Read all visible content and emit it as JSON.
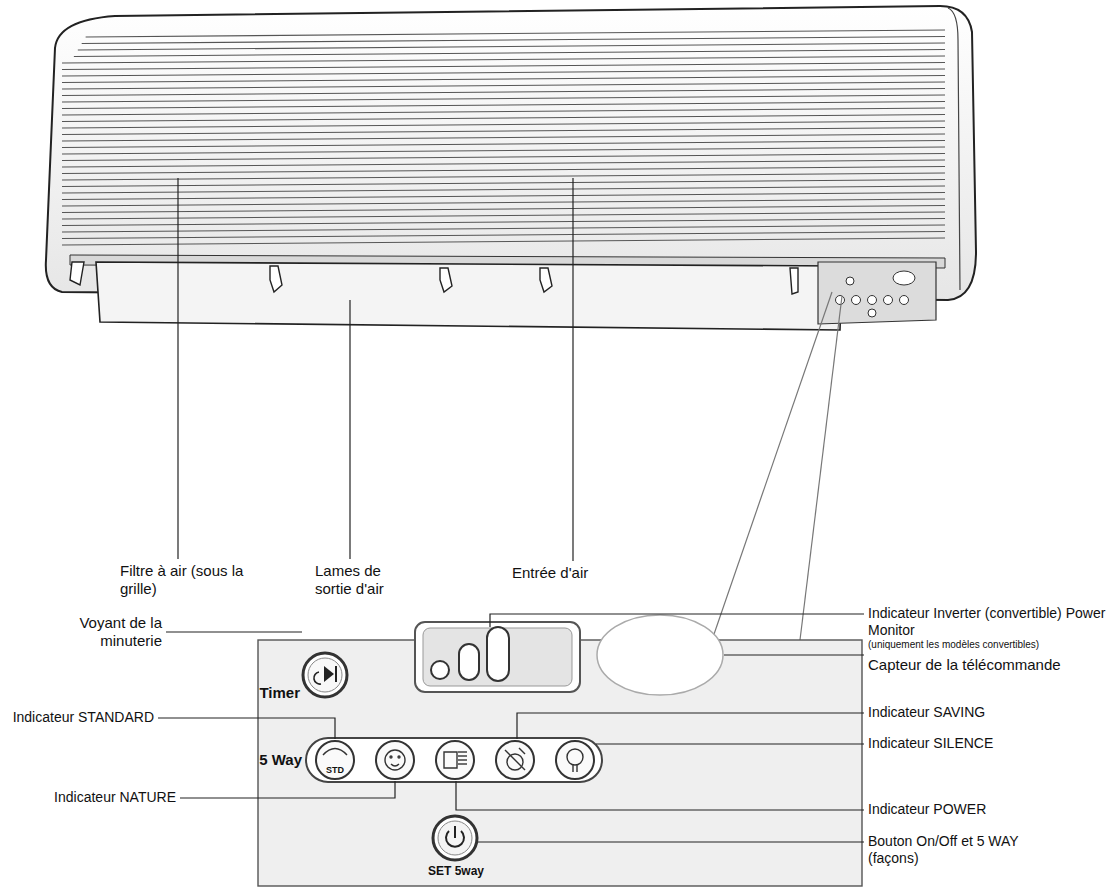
{
  "diagram": {
    "labels": [
      "Filtre à air (sous la grille)",
      "Lames de sortie d'air",
      "Entrée d'air",
      "Voyant de la minuterie",
      "Timer",
      "Indicateur STANDARD",
      "5 Way",
      "STD",
      "Indicateur NATURE",
      "Indicateur Inverter (convertible) Power Monitor",
      "(uniquement les modèles convertibles)",
      "Capteur de la télécommande",
      "Indicateur SAVING",
      "Indicateur SILENCE",
      "Indicateur POWER",
      "Bouton On/Off et 5 WAY (façons)",
      "SET 5way"
    ]
  }
}
